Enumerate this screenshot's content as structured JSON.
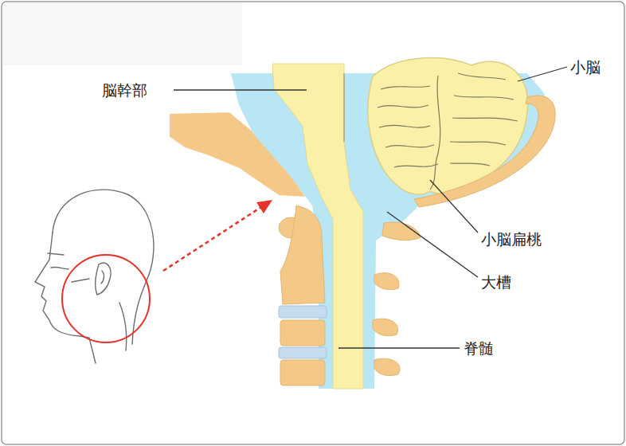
{
  "diagram": {
    "labels": [
      "脳幹部",
      "小脳",
      "小脳扁桃",
      "大槽",
      "脊髄"
    ]
  }
}
